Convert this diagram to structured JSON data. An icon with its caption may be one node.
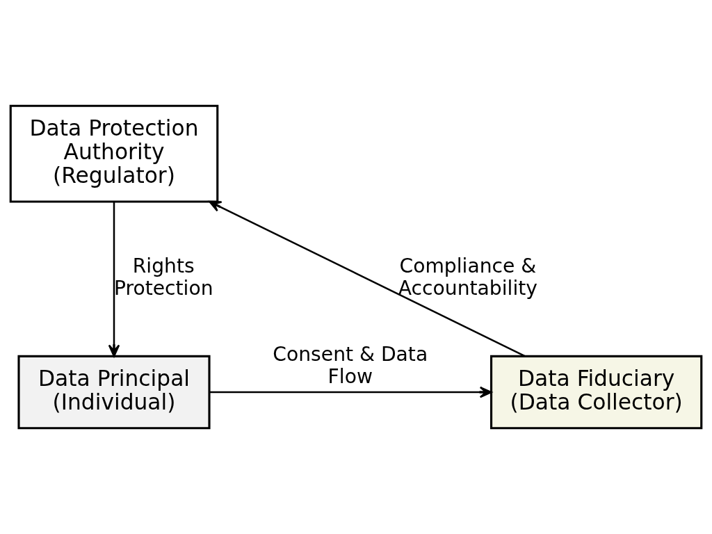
{
  "diagram": {
    "nodes": [
      {
        "text": [
          "Data Protection Authority (Regulator)"
        ]
      },
      {
        "text": [
          "Data Principal (Individual)"
        ]
      },
      {
        "text": [
          "Data Fiduciary (Data Collector)"
        ]
      }
    ],
    "edges": [
      {
        "from": 0,
        "to": 1,
        "arrow": "to",
        "label": "Rights Protection"
      },
      {
        "from": 1,
        "to": 2,
        "arrow": "to",
        "label": "Consent & Data Flow"
      },
      {
        "from": 2,
        "to": 0,
        "arrow": "to",
        "label": "Compliance & Accountability"
      }
    ]
  }
}
